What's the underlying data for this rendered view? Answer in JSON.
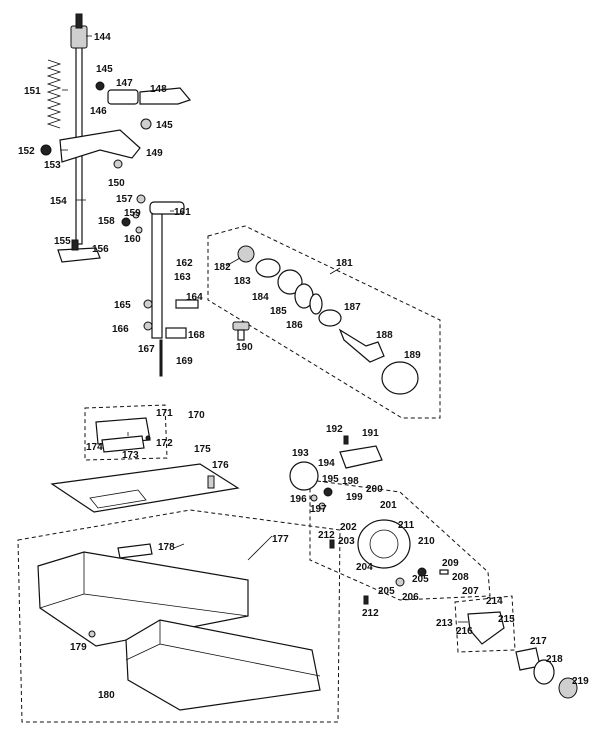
{
  "part_numbers": {
    "p144": "144",
    "p145a": "145",
    "p145b": "145",
    "p146": "146",
    "p147": "147",
    "p148": "148",
    "p149": "149",
    "p150": "150",
    "p151": "151",
    "p152": "152",
    "p153": "153",
    "p154": "154",
    "p155": "155",
    "p156": "156",
    "p157": "157",
    "p158": "158",
    "p159": "159",
    "p160": "160",
    "p161": "161",
    "p162": "162",
    "p163": "163",
    "p164": "164",
    "p165": "165",
    "p166": "166",
    "p167": "167",
    "p168": "168",
    "p169": "169",
    "p170": "170",
    "p171": "171",
    "p172": "172",
    "p173": "173",
    "p174": "174",
    "p175": "175",
    "p176": "176",
    "p177": "177",
    "p178": "178",
    "p179": "179",
    "p180": "180",
    "p181": "181",
    "p182": "182",
    "p183": "183",
    "p184": "184",
    "p185": "185",
    "p186": "186",
    "p187": "187",
    "p188": "188",
    "p189": "189",
    "p190": "190",
    "p191": "191",
    "p192": "192",
    "p193": "193",
    "p194": "194",
    "p195": "195",
    "p196": "196",
    "p197": "197",
    "p198": "198",
    "p199": "199",
    "p200": "200",
    "p201": "201",
    "p202": "202",
    "p203": "203",
    "p204": "204",
    "p205a": "205",
    "p205b": "205",
    "p206": "206",
    "p207": "207",
    "p208": "208",
    "p209": "209",
    "p210": "210",
    "p211": "211",
    "p212a": "212",
    "p212b": "212",
    "p213": "213",
    "p214": "214",
    "p215": "215",
    "p216": "216",
    "p217": "217",
    "p218": "218",
    "p219": "219"
  }
}
